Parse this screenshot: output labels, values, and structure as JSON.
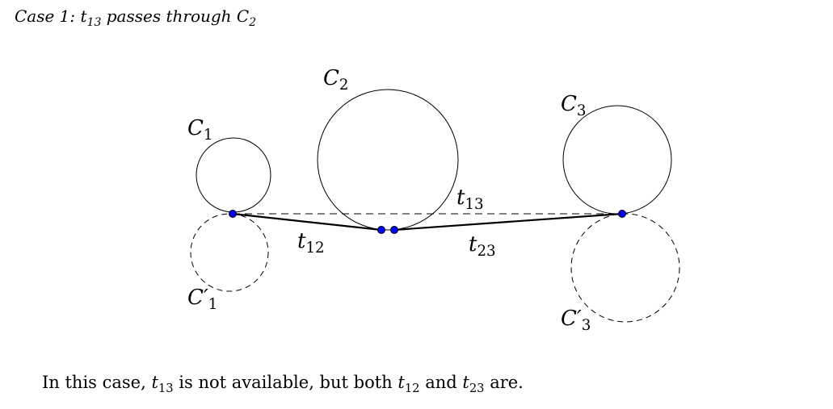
{
  "title": {
    "prefix": "Case 1: ",
    "t": "t",
    "t_sub": "13",
    "middle": " passes through ",
    "c": "C",
    "c_sub": "2"
  },
  "labels": {
    "C1": {
      "main": "C",
      "sub": "1"
    },
    "C1p": {
      "main": "C′",
      "sub": "1"
    },
    "C2": {
      "main": "C",
      "sub": "2"
    },
    "C3": {
      "main": "C",
      "sub": "3"
    },
    "C3p": {
      "main": "C′",
      "sub": "3"
    },
    "t12": {
      "main": "t",
      "sub": "12"
    },
    "t13": {
      "main": "t",
      "sub": "13"
    },
    "t23": {
      "main": "t",
      "sub": "23"
    }
  },
  "caption": {
    "p1": "In this case, ",
    "a": "t",
    "a_sub": "13",
    "p2": " is not available, but both ",
    "b": "t",
    "b_sub": "12",
    "p3": " and ",
    "c": "t",
    "c_sub": "23",
    "p4": " are."
  },
  "colors": {
    "point": "#0000ff"
  }
}
